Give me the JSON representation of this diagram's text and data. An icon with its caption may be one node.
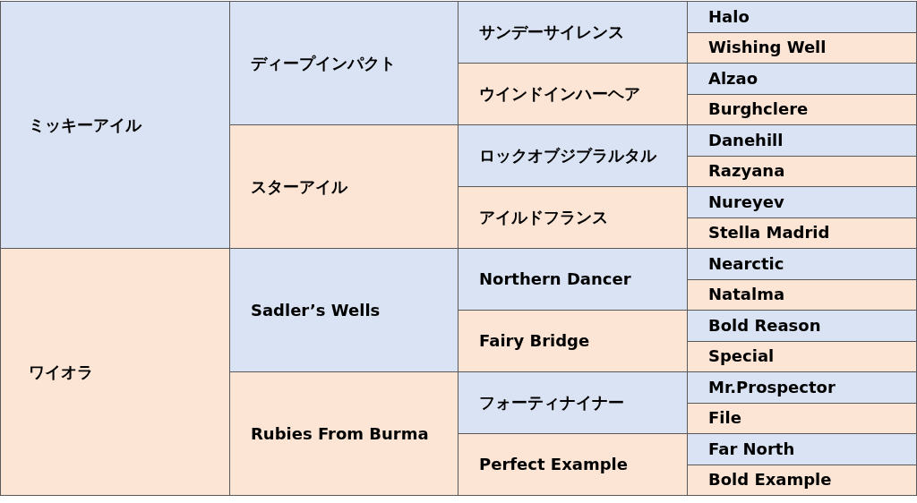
{
  "diagram": {
    "nodes": [
      {
        "text": [
          "ミッキーアイル"
        ]
      },
      {
        "text": [
          "ディープインパクト"
        ]
      },
      {
        "text": [
          "サンデーサイレンス"
        ]
      },
      {
        "text": [
          "Halo"
        ]
      },
      {
        "text": [
          "Wishing Well"
        ]
      },
      {
        "text": [
          "ウインドインハーヘア"
        ]
      },
      {
        "text": [
          "Alzao"
        ]
      },
      {
        "text": [
          "Burghclere"
        ]
      },
      {
        "text": [
          "スターアイル"
        ]
      },
      {
        "text": [
          "ロックオブジブラルタル"
        ]
      },
      {
        "text": [
          "Danehill"
        ]
      },
      {
        "text": [
          "Razyana"
        ]
      },
      {
        "text": [
          "アイルドフランス"
        ]
      },
      {
        "text": [
          "Nureyev"
        ]
      },
      {
        "text": [
          "Stella Madrid"
        ]
      },
      {
        "text": [
          "ワイオラ"
        ]
      },
      {
        "text": [
          "Sadler’s Wells"
        ]
      },
      {
        "text": [
          "Northern Dancer"
        ]
      },
      {
        "text": [
          "Nearctic"
        ]
      },
      {
        "text": [
          "Natalma"
        ]
      },
      {
        "text": [
          "Fairy Bridge"
        ]
      },
      {
        "text": [
          "Bold Reason"
        ]
      },
      {
        "text": [
          "Special"
        ]
      },
      {
        "text": [
          "Rubies From Burma"
        ]
      },
      {
        "text": [
          "フォーティナイナー"
        ]
      },
      {
        "text": [
          "Mr.Prospector"
        ]
      },
      {
        "text": [
          "File"
        ]
      },
      {
        "text": [
          "Perfect Example"
        ]
      },
      {
        "text": [
          "Far North"
        ]
      },
      {
        "text": [
          "Bold Example"
        ]
      }
    ]
  }
}
